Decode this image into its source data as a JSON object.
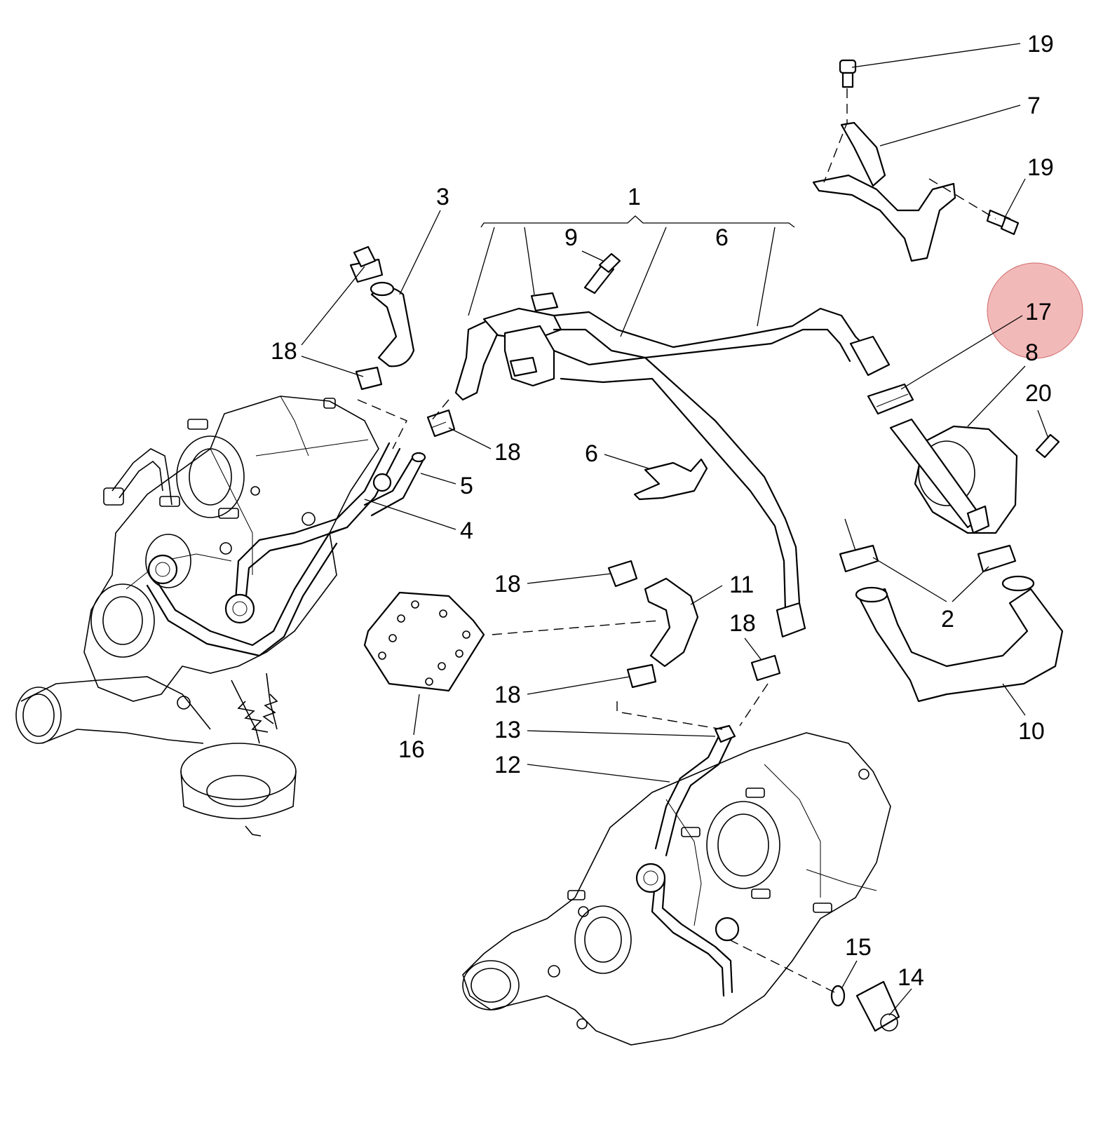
{
  "callouts": [
    {
      "id": "c1",
      "text": "1"
    },
    {
      "id": "c2",
      "text": "2"
    },
    {
      "id": "c3",
      "text": "3"
    },
    {
      "id": "c4",
      "text": "4"
    },
    {
      "id": "c5",
      "text": "5"
    },
    {
      "id": "c6a",
      "text": "6"
    },
    {
      "id": "c6b",
      "text": "6"
    },
    {
      "id": "c7",
      "text": "7"
    },
    {
      "id": "c8",
      "text": "8"
    },
    {
      "id": "c9",
      "text": "9"
    },
    {
      "id": "c10",
      "text": "10"
    },
    {
      "id": "c11",
      "text": "11"
    },
    {
      "id": "c12",
      "text": "12"
    },
    {
      "id": "c13",
      "text": "13"
    },
    {
      "id": "c14",
      "text": "14"
    },
    {
      "id": "c15",
      "text": "15"
    },
    {
      "id": "c16",
      "text": "16"
    },
    {
      "id": "c17",
      "text": "17"
    },
    {
      "id": "c18a",
      "text": "18"
    },
    {
      "id": "c18b",
      "text": "18"
    },
    {
      "id": "c18c",
      "text": "18"
    },
    {
      "id": "c18d",
      "text": "18"
    },
    {
      "id": "c18e",
      "text": "18"
    },
    {
      "id": "c19a",
      "text": "19"
    },
    {
      "id": "c19b",
      "text": "19"
    },
    {
      "id": "c20",
      "text": "20"
    }
  ],
  "highlight": {
    "callout": "17",
    "color": "#e88080"
  }
}
